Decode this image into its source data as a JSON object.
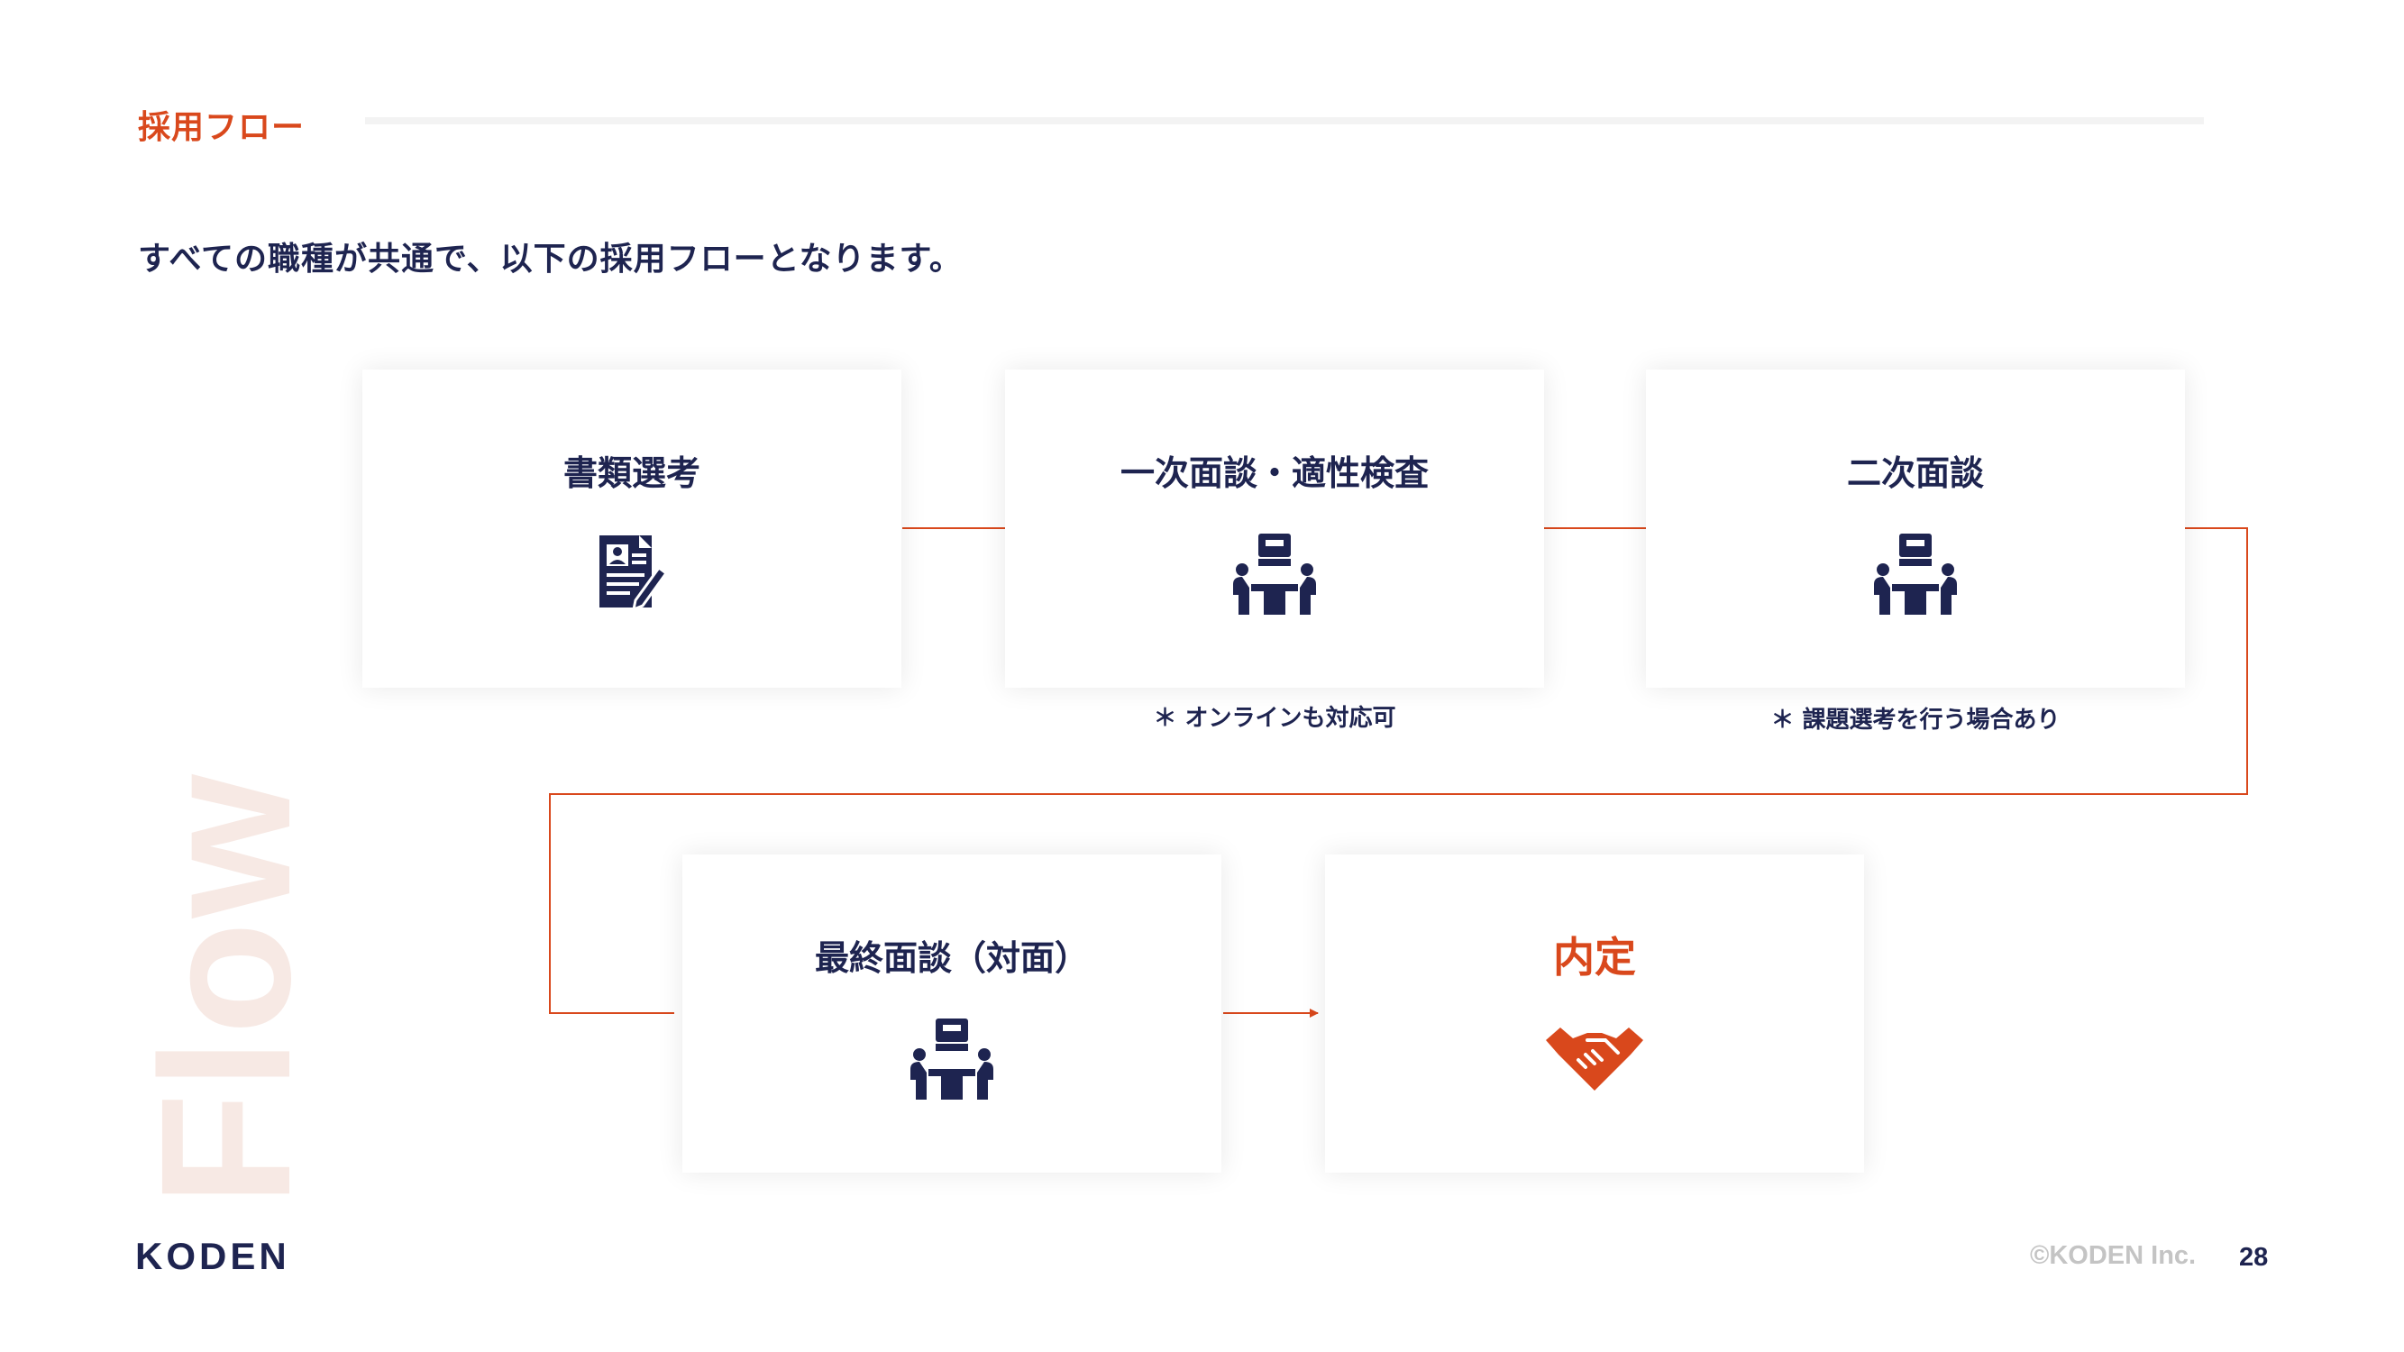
{
  "header": {
    "section_title": "採用フロー",
    "lead": "すべての職種が共通で、以下の採用フローとなります。"
  },
  "watermark": "Flow",
  "steps": [
    {
      "title": "書類選考",
      "icon": "resume-document-icon"
    },
    {
      "title": "一次面談・適性検査",
      "icon": "interview-icon",
      "note": "＊ オンラインも対応可"
    },
    {
      "title": "二次面談",
      "icon": "interview-icon",
      "note": "＊ 課題選考を行う場合あり"
    },
    {
      "title": "最終面談（対面）",
      "icon": "interview-icon"
    },
    {
      "title": "内定",
      "icon": "handshake-icon"
    }
  ],
  "footer": {
    "logo": "KODEN",
    "copyright": "©KODEN Inc.",
    "page_number": "28"
  },
  "colors": {
    "accent": "#d9481c",
    "navy": "#1e2450",
    "watermark": "#f7e9e4"
  }
}
